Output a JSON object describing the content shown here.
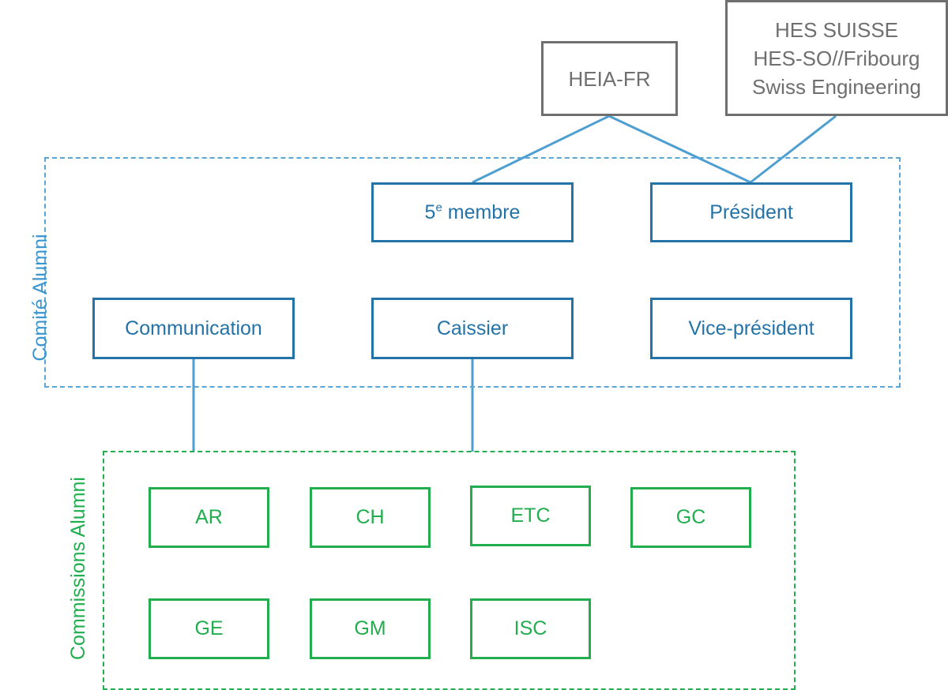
{
  "external": {
    "heia": "HEIA-FR",
    "partners": [
      "HES SUISSE",
      "HES-SO//Fribourg",
      "Swiss Engineering"
    ]
  },
  "comite": {
    "label": "Comité Alumni",
    "fifth_member_number": "5",
    "fifth_member_sup": "e",
    "fifth_member_rest": " membre",
    "president": "Président",
    "communication": "Communication",
    "caissier": "Caissier",
    "vice_president": "Vice-président"
  },
  "commissions": {
    "label": "Commissions Alumni",
    "items": [
      "AR",
      "CH",
      "ETC",
      "GC",
      "GE",
      "GM",
      "ISC"
    ]
  },
  "colors": {
    "external": "#6f6f6f",
    "comite": "#2473a8",
    "comite_border": "#5aa6d6",
    "commissions": "#22ad4f",
    "connector": "#4e9fd1"
  }
}
